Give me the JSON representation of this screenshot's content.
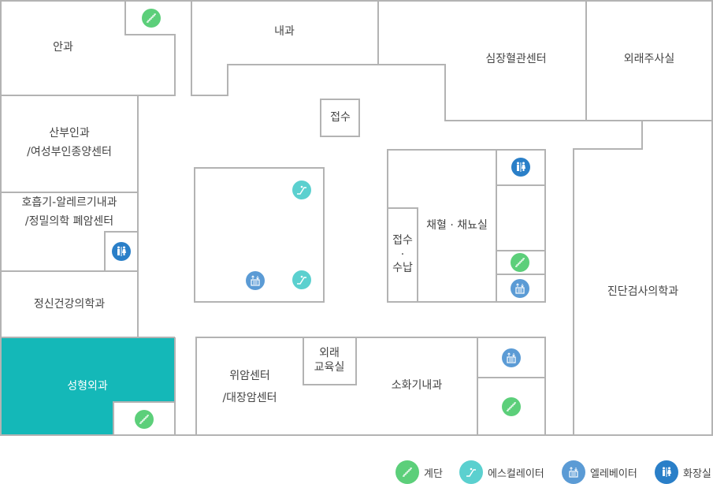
{
  "rooms": {
    "ophthalmology": "안과",
    "internal_medicine": "내과",
    "cardio_center": "심장혈관센터",
    "outpatient_injection": "외래주사실",
    "reception_top": "접수",
    "obgyn": "산부인과",
    "obgyn_sub": "/여성부인종양센터",
    "pulmonology": "호흡기-알레르기내과",
    "pulmonology_sub": "/정밀의학 폐암센터",
    "psychiatry": "정신건강의학과",
    "plastic_surgery": "성형외과",
    "blood_collection": "채혈 · 채뇨실",
    "reception_payment_1": "접수",
    "reception_payment_dot": "·",
    "reception_payment_2": "수납",
    "lab_medicine": "진단검사의학과",
    "stomach_center": "위암센터",
    "stomach_center_sub": "/대장암센터",
    "education_1": "외래",
    "education_2": "교육실",
    "gastroenterology": "소화기내과"
  },
  "legend": [
    {
      "label": "계단",
      "icon": "stairs-icon",
      "color": "#5ccf7a"
    },
    {
      "label": "에스컬레이터",
      "icon": "escalator-icon",
      "color": "#5bd0cf"
    },
    {
      "label": "엘레베이터",
      "icon": "elevator-icon",
      "color": "#5b9bd5"
    },
    {
      "label": "화장실",
      "icon": "restroom-icon",
      "color": "#2a7fc8"
    }
  ],
  "colors": {
    "wall": "#b3b3b3",
    "highlight": "#14b8b8"
  }
}
